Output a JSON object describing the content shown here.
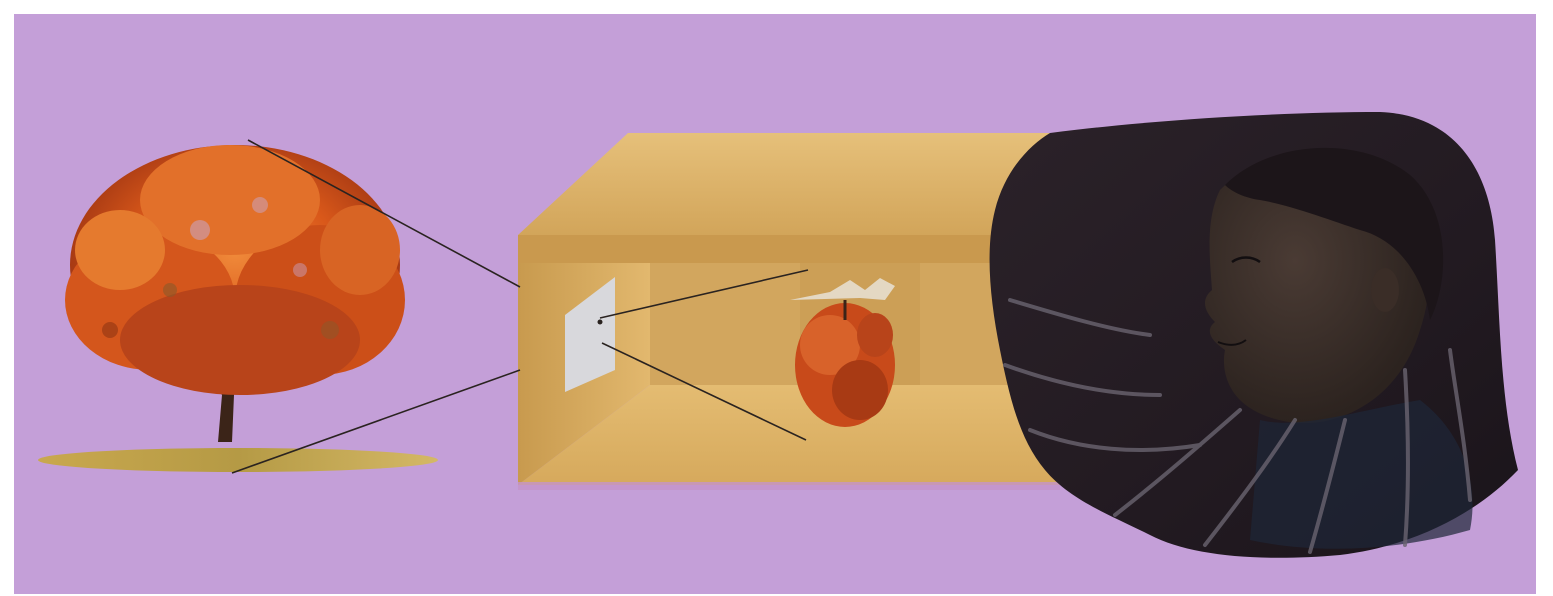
{
  "figure": {
    "description_elements": [
      "tree-illustration",
      "camera-obscura-box",
      "pinhole-aperture",
      "inverted-tree-image",
      "viewer-with-cloth"
    ]
  },
  "colors": {
    "background": "#c49fd8",
    "box_wood": "#d9ad63",
    "box_wood_dark": "#b98d44",
    "foliage": "#d9581a",
    "cloth": "#231b22",
    "ray_line": "#2a2320"
  }
}
